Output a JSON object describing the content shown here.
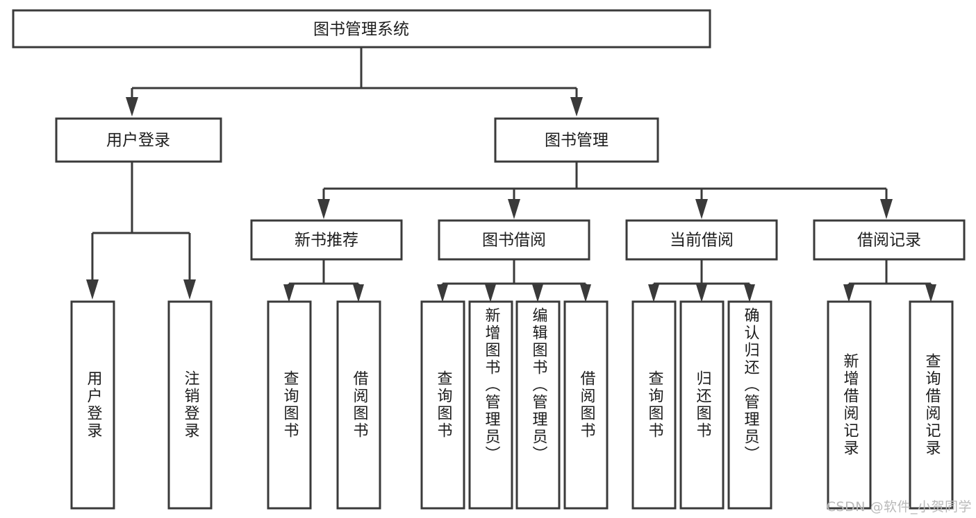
{
  "diagram": {
    "type": "tree-hierarchy",
    "title": "图书管理系统",
    "watermark": "CSDN @软件_小贺同学",
    "colors": {
      "stroke": "#3a3a3a",
      "fill": "#ffffff",
      "text": "#1c1c1c",
      "watermark": "#b9b9b9",
      "background": "#ffffff"
    },
    "levels": {
      "root": {
        "label": "图书管理系统",
        "orientation": "horizontal"
      },
      "level2": [
        {
          "label": "用户登录",
          "orientation": "horizontal"
        },
        {
          "label": "图书管理",
          "orientation": "horizontal"
        }
      ],
      "level3": [
        {
          "label": "新书推荐",
          "orientation": "horizontal",
          "parent": "图书管理"
        },
        {
          "label": "图书借阅",
          "orientation": "horizontal",
          "parent": "图书管理"
        },
        {
          "label": "当前借阅",
          "orientation": "horizontal",
          "parent": "图书管理"
        },
        {
          "label": "借阅记录",
          "orientation": "horizontal",
          "parent": "图书管理"
        }
      ],
      "leaves": [
        {
          "label": "用户登录",
          "orientation": "vertical",
          "parent": "用户登录"
        },
        {
          "label": "注销登录",
          "orientation": "vertical",
          "parent": "用户登录"
        },
        {
          "label": "查询图书",
          "orientation": "vertical",
          "parent": "新书推荐"
        },
        {
          "label": "借阅图书",
          "orientation": "vertical",
          "parent": "新书推荐"
        },
        {
          "label": "查询图书",
          "orientation": "vertical",
          "parent": "图书借阅"
        },
        {
          "label": "新增图书（管理员）",
          "orientation": "vertical",
          "parent": "图书借阅"
        },
        {
          "label": "编辑图书（管理员）",
          "orientation": "vertical",
          "parent": "图书借阅"
        },
        {
          "label": "借阅图书",
          "orientation": "vertical",
          "parent": "图书借阅"
        },
        {
          "label": "查询图书",
          "orientation": "vertical",
          "parent": "当前借阅"
        },
        {
          "label": "归还图书",
          "orientation": "vertical",
          "parent": "当前借阅"
        },
        {
          "label": "确认归还（管理员）",
          "orientation": "vertical",
          "parent": "当前借阅"
        },
        {
          "label": "新增借阅记录",
          "orientation": "vertical",
          "parent": "借阅记录"
        },
        {
          "label": "查询借阅记录",
          "orientation": "vertical",
          "parent": "借阅记录"
        }
      ]
    }
  }
}
